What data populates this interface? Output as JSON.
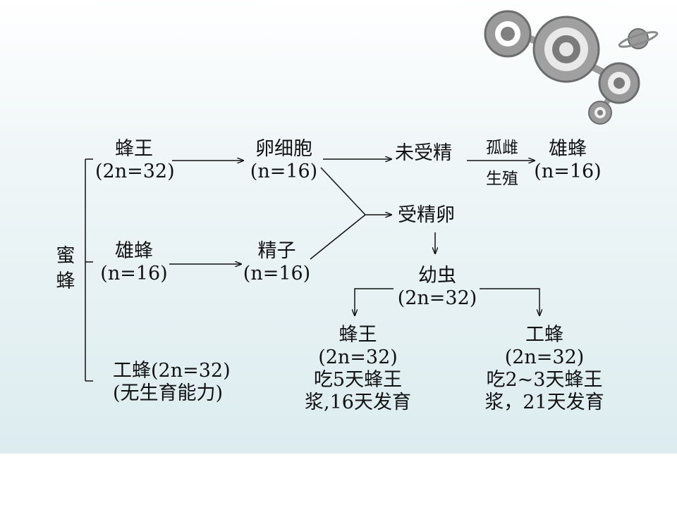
{
  "root": {
    "char1": "蜜",
    "char2": "蜂"
  },
  "queen": {
    "name": "蜂王",
    "ploidy": "(2n=32)"
  },
  "drone": {
    "name": "雄蜂",
    "ploidy": "(n=16)"
  },
  "worker": {
    "line1": "工蜂(2n=32)",
    "line2": "(无生育能力)"
  },
  "egg": {
    "name": "卵细胞",
    "ploidy": "(n=16)"
  },
  "sperm": {
    "name": "精子",
    "ploidy": "(n=16)"
  },
  "unfertilized": {
    "name": "未受精"
  },
  "parthenogenesis": {
    "top": "孤雌",
    "bottom": "生殖"
  },
  "drone_result": {
    "name": "雄蜂",
    "ploidy": "(n=16)"
  },
  "fertilized": {
    "name": "受精卵"
  },
  "larva": {
    "name": "幼虫",
    "ploidy": "(2n=32)"
  },
  "queen_result": {
    "name": "蜂王",
    "ploidy": "(2n=32)",
    "line1": "吃5天蜂王",
    "line2": "浆,16天发育"
  },
  "worker_result": {
    "name": "工蜂",
    "ploidy": "(2n=32)",
    "line1": "吃2~3天蜂王",
    "line2": "浆，21天发育"
  }
}
